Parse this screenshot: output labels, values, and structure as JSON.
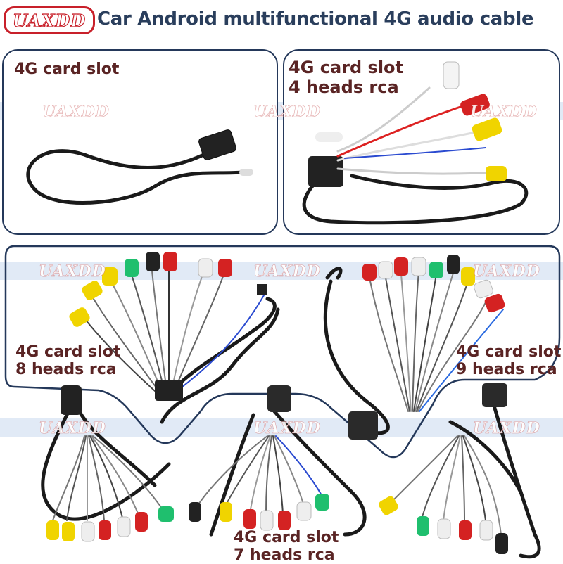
{
  "logo": {
    "text": "UAXDD"
  },
  "title": "Car Android multifunctional 4G audio cable",
  "watermark": "UAXDD",
  "panels": [
    {
      "label_line1": "4G card slot",
      "label_line2": ""
    },
    {
      "label_line1": "4G card slot",
      "label_line2": "4 heads rca"
    },
    {
      "label_line1": "4G card slot",
      "label_line2": "8 heads rca"
    },
    {
      "label_line1": "4G card slot",
      "label_line2": "9 heads rca"
    },
    {
      "label_line1": "4G card slot",
      "label_line2": "7 heads rca"
    }
  ],
  "colors": {
    "frame": "#24385a",
    "label": "#5a2424",
    "logo": "#c8202a"
  }
}
